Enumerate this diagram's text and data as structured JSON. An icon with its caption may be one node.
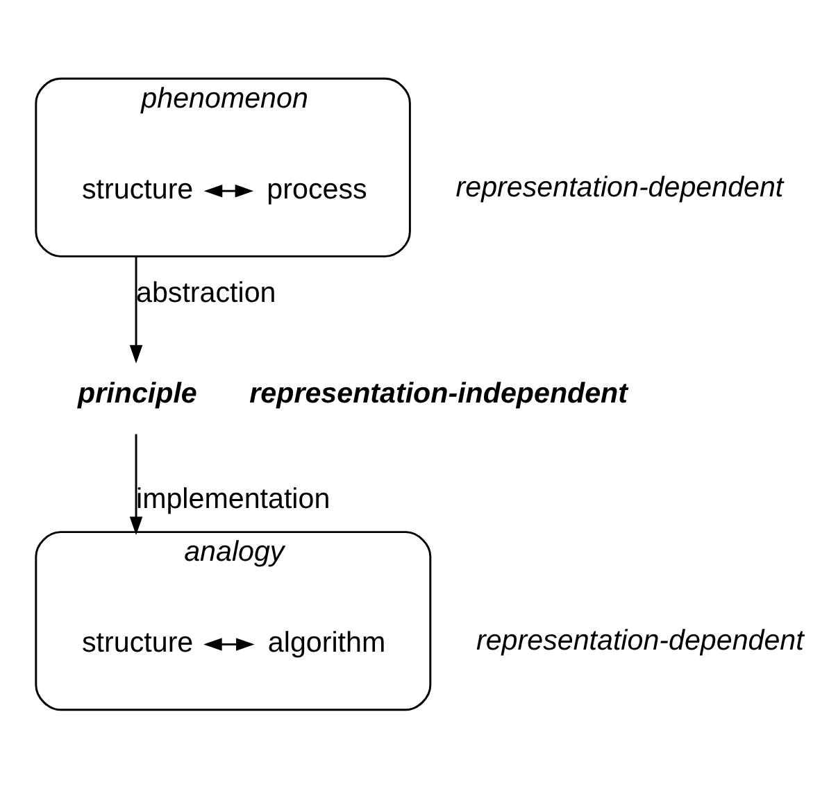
{
  "diagram": {
    "nodes": [
      {
        "text": [
          "phenomenon"
        ],
        "beside": [
          "representation-dependent"
        ]
      },
      {
        "text": [
          "structure"
        ],
        "in": 0
      },
      {
        "text": [
          "process"
        ],
        "in": 0
      },
      {
        "text": [
          "principle"
        ],
        "beside": [
          "representation-independent"
        ]
      },
      {
        "text": [
          "analogy"
        ],
        "beside": [
          "representation-dependent"
        ]
      },
      {
        "text": [
          "structure"
        ],
        "in": 4
      },
      {
        "text": [
          "algorithm"
        ],
        "in": 4
      }
    ],
    "edges": [
      {
        "from": 1,
        "to": 2,
        "arrow": "both"
      },
      {
        "from": 0,
        "to": 3,
        "arrow": "to",
        "label": "abstraction"
      },
      {
        "from": 3,
        "to": 4,
        "arrow": "to",
        "label": "implementation"
      },
      {
        "from": 5,
        "to": 6,
        "arrow": "both"
      }
    ]
  }
}
